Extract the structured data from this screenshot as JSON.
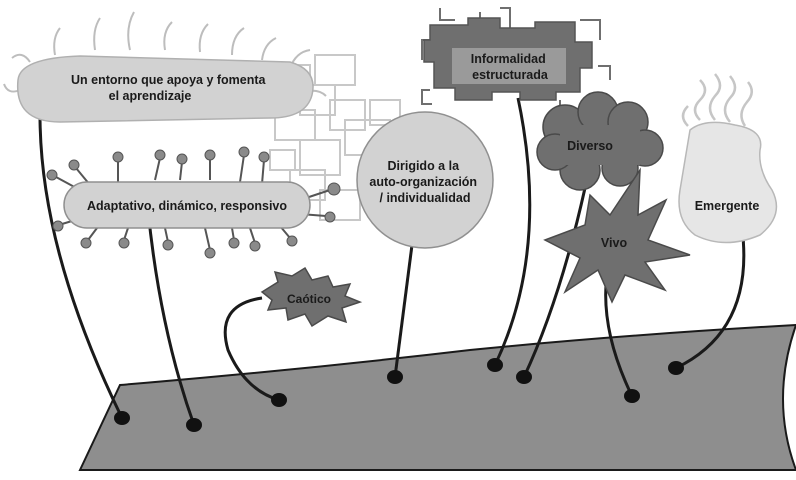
{
  "diagram": {
    "nodes": {
      "entorno": {
        "lines": [
          "Un entorno que apoya y fomenta",
          "el aprendizaje"
        ]
      },
      "adaptativo": {
        "lines": [
          "Adaptativo, dinámico, responsivo"
        ]
      },
      "informalidad": {
        "lines": [
          "Informalidad",
          "estructurada"
        ]
      },
      "dirigido": {
        "lines": [
          "Dirigido a la",
          "auto-organización",
          "/ individualidad"
        ]
      },
      "diverso": {
        "lines": [
          "Diverso"
        ]
      },
      "emergente": {
        "lines": [
          "Emergente"
        ]
      },
      "vivo": {
        "lines": [
          "Vivo"
        ]
      },
      "caotico": {
        "lines": [
          "Caótico"
        ]
      }
    },
    "colors": {
      "shape_fill": "#d2d2d2",
      "ground_fill": "#8e8e8e",
      "dark_fill": "#6f6f6f",
      "line": "#1a1a1a",
      "frame": "#c8c8c8"
    }
  }
}
